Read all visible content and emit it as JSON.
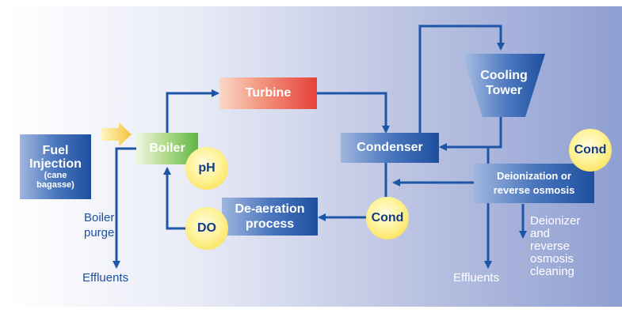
{
  "nodes": {
    "fuel_title": "Fuel\nInjection",
    "fuel_sub": "(cane\nbagasse)",
    "boiler": "Boiler",
    "turbine": "Turbine",
    "cooling_tower": "Cooling\nTower",
    "condenser": "Condenser",
    "deion": "Deionization or\nreverse osmosis",
    "deaeration": "De-aeration\nprocess"
  },
  "sensors": {
    "ph": "pH",
    "do": "DO",
    "cond_mid": "Cond",
    "cond_right": "Cond"
  },
  "labels": {
    "boiler_purge": "Boiler\npurge",
    "effluents_left": "Effluents",
    "effluents_right": "Effluents",
    "deionizer_cleaning": "Deionizer\nand\nreverse\nosmosis\ncleaning"
  },
  "colors": {
    "line": "#1d55a8",
    "sensor": "#fff06a",
    "sensor_text": "#123b84",
    "box": "#2a5bab",
    "boiler_green": "#6ab84c",
    "turbine_red": "#e8403a"
  }
}
